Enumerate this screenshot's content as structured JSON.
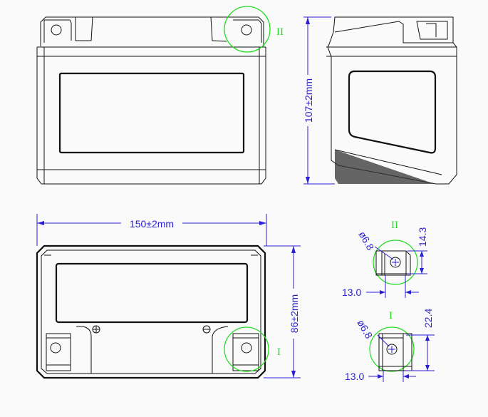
{
  "dimensions": {
    "height": "107±2mm",
    "length": "150±2mm",
    "width": "86±2mm"
  },
  "terminal_labels": {
    "positive_detail": "II",
    "negative_detail": "I"
  },
  "detail_II": {
    "hole_diameter": "ø6.8",
    "height": "14.3",
    "width": "13.0"
  },
  "detail_I": {
    "hole_diameter": "ø6.8",
    "height": "22.4",
    "width": "13.0"
  },
  "colors": {
    "dimension": "#2a1fd6",
    "detail_marker": "#22dd22",
    "outline": "#111111"
  }
}
